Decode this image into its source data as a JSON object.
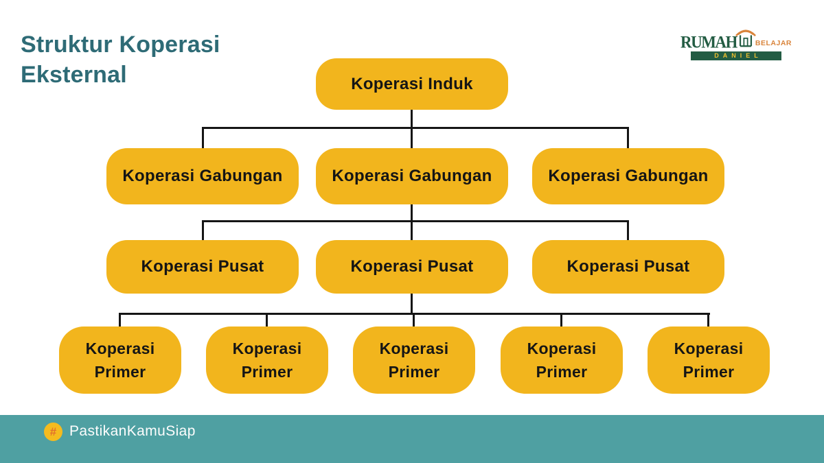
{
  "title": {
    "line1": "Struktur Koperasi",
    "line2": "Eksternal"
  },
  "logo": {
    "word_rumah": "RUMAH",
    "word_belajar": "BELAJAR",
    "word_daniel": "DANIEL"
  },
  "org_chart": {
    "type": "org-tree",
    "root": {
      "label": "Koperasi Induk"
    },
    "level2": [
      {
        "label": "Koperasi Gabungan"
      },
      {
        "label": "Koperasi Gabungan"
      },
      {
        "label": "Koperasi Gabungan"
      }
    ],
    "level3": [
      {
        "label": "Koperasi Pusat"
      },
      {
        "label": "Koperasi Pusat"
      },
      {
        "label": "Koperasi Pusat"
      }
    ],
    "level4": [
      {
        "label": "Koperasi Primer"
      },
      {
        "label": "Koperasi Primer"
      },
      {
        "label": "Koperasi Primer"
      },
      {
        "label": "Koperasi Primer"
      },
      {
        "label": "Koperasi Primer"
      }
    ],
    "edges": [
      "root -> level2[0..2]",
      "level2[1] -> level3[0..2]",
      "level3[1] -> level4[0..4]"
    ]
  },
  "footer": {
    "hashtag_symbol": "#",
    "text": "PastikanKamuSiap"
  },
  "colors": {
    "node_yellow": "#F2B51D",
    "title_teal": "#2E6B76",
    "footer_teal": "#4FA0A2",
    "connector_black": "#151515",
    "logo_green": "#235C43",
    "logo_orange": "#D9843B",
    "logo_letter_yellow": "#EFBF2F",
    "hash_orange": "#E2702D",
    "background": "#FFFFFF"
  }
}
